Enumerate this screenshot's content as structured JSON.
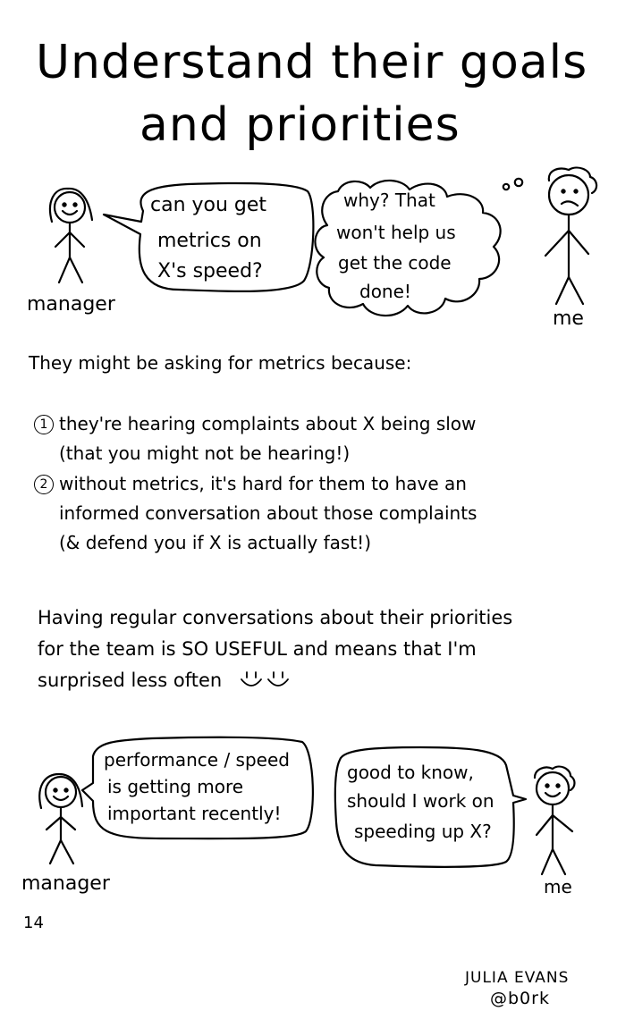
{
  "title_line1": "Understand their goals",
  "title_line2": "and priorities",
  "panel1": {
    "manager_label": "manager",
    "me_label": "me",
    "manager_bubble": [
      "can you get",
      "metrics on",
      "X's speed?"
    ],
    "me_bubble": [
      "why? That",
      "won't help us",
      "get the code",
      "done!"
    ]
  },
  "intro": "They might be asking for metrics because:",
  "reasons": [
    {
      "num": "1",
      "lines": [
        "they're hearing complaints about X being slow",
        "(that you might not be hearing!)"
      ]
    },
    {
      "num": "2",
      "lines": [
        "without metrics, it's hard for them to have an",
        "informed conversation about those complaints",
        "(& defend you if X is actually fast!)"
      ]
    }
  ],
  "summary": [
    "Having regular conversations about their priorities",
    "for the team is SO USEFUL and means that I'm",
    "surprised less often"
  ],
  "panel2": {
    "manager_label": "manager",
    "me_label": "me",
    "manager_bubble": [
      "performance / speed",
      "is getting more",
      "important recently!"
    ],
    "me_bubble": [
      "good to know,",
      "should I work on",
      "speeding up X?"
    ]
  },
  "page_number": "14",
  "signature": [
    "JULIA EVANS",
    "@b0rk"
  ]
}
